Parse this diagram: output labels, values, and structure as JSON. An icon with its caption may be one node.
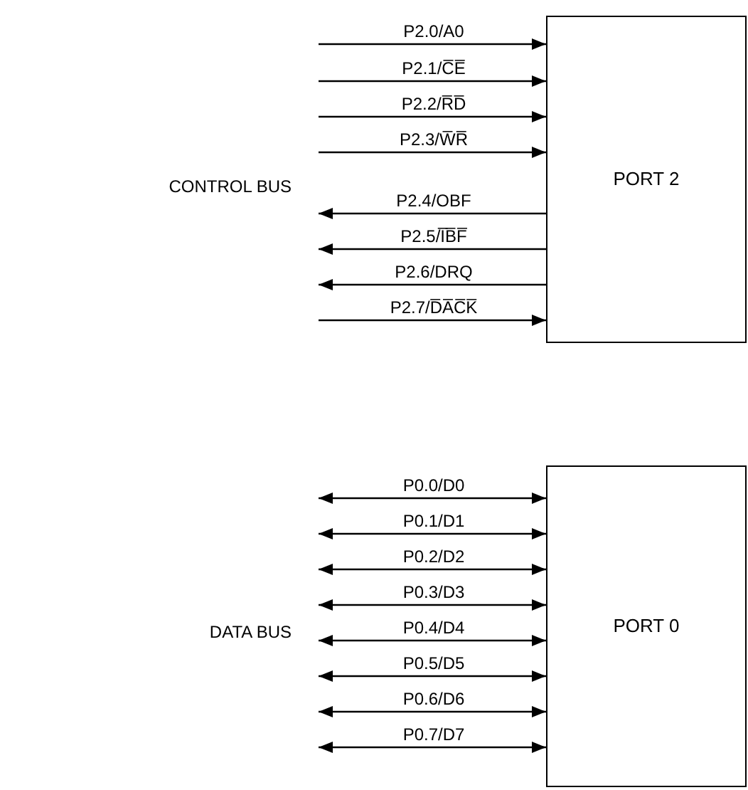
{
  "diagram": {
    "nodes": [
      {
        "text": [
          "PORT 2"
        ]
      },
      {
        "text": [
          "PORT 0"
        ]
      }
    ],
    "edges": [
      {
        "from": null,
        "to": 0,
        "arrow": "to",
        "label": "P2.0/A0"
      },
      {
        "from": null,
        "to": 0,
        "arrow": "to",
        "label": "P2.1/C̅E̅"
      },
      {
        "from": null,
        "to": 0,
        "arrow": "to",
        "label": "P2.2/R̅D̅"
      },
      {
        "from": null,
        "to": 0,
        "arrow": "to",
        "label": "P2.3/W̅R̅"
      },
      {
        "from": 0,
        "to": null,
        "arrow": "to",
        "label": "P2.4/OBF"
      },
      {
        "from": 0,
        "to": null,
        "arrow": "to",
        "label": "P2.5/I̅B̅F̅"
      },
      {
        "from": 0,
        "to": null,
        "arrow": "to",
        "label": "P2.6/DRQ"
      },
      {
        "from": null,
        "to": 0,
        "arrow": "to",
        "label": "P2.7/D̅A̅C̅K̅"
      },
      {
        "from": null,
        "to": 1,
        "arrow": "both",
        "label": "P0.0/D0"
      },
      {
        "from": null,
        "to": 1,
        "arrow": "both",
        "label": "P0.1/D1"
      },
      {
        "from": null,
        "to": 1,
        "arrow": "both",
        "label": "P0.2/D2"
      },
      {
        "from": null,
        "to": 1,
        "arrow": "both",
        "label": "P0.3/D3"
      },
      {
        "from": null,
        "to": 1,
        "arrow": "both",
        "label": "P0.4/D4"
      },
      {
        "from": null,
        "to": 1,
        "arrow": "both",
        "label": "P0.5/D5"
      },
      {
        "from": null,
        "to": 1,
        "arrow": "both",
        "label": "P0.6/D6"
      },
      {
        "from": null,
        "to": 1,
        "arrow": "both",
        "label": "P0.7/D7"
      }
    ],
    "labels": [
      "CONTROL BUS",
      "DATA BUS"
    ]
  }
}
